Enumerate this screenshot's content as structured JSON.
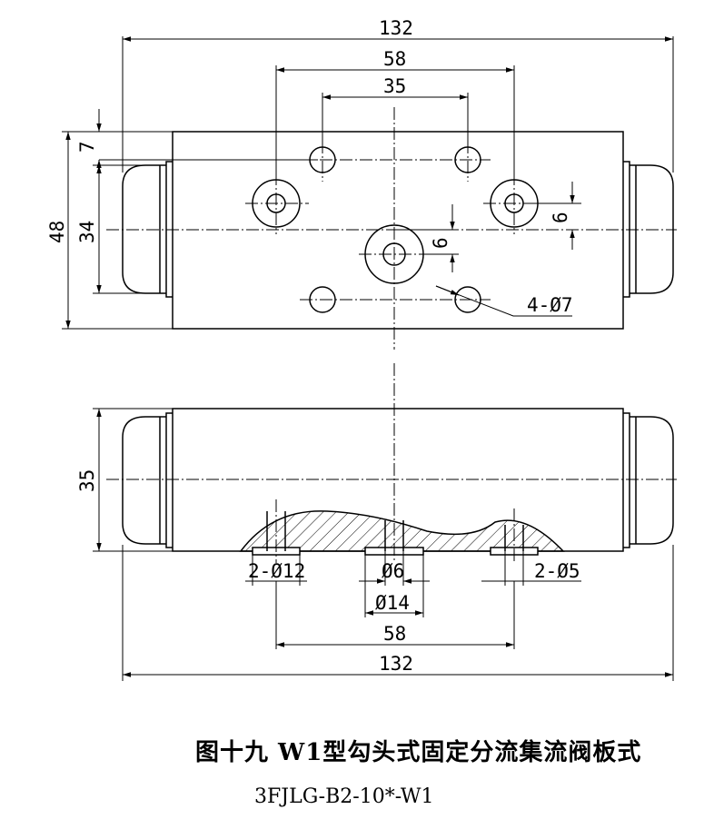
{
  "caption": {
    "title": "图十九 W1型勾头式固定分流集流阀板式",
    "model": "3FJLG-B2-10*-W1"
  },
  "top_view": {
    "overall_width": "132",
    "port_spacing": "58",
    "inner_spacing": "35",
    "top_offset": "7",
    "overall_height": "48",
    "inner_height": "34",
    "center_offset": "6",
    "right_offset": "6",
    "hole_callout": "4-Ø7"
  },
  "front_view": {
    "height": "35",
    "side_port_callout": "2-Ø12",
    "center_port_inner": "Ø6",
    "center_port_outer": "Ø14",
    "right_port_callout": "2-Ø5",
    "port_spacing": "58",
    "overall_width": "132"
  }
}
